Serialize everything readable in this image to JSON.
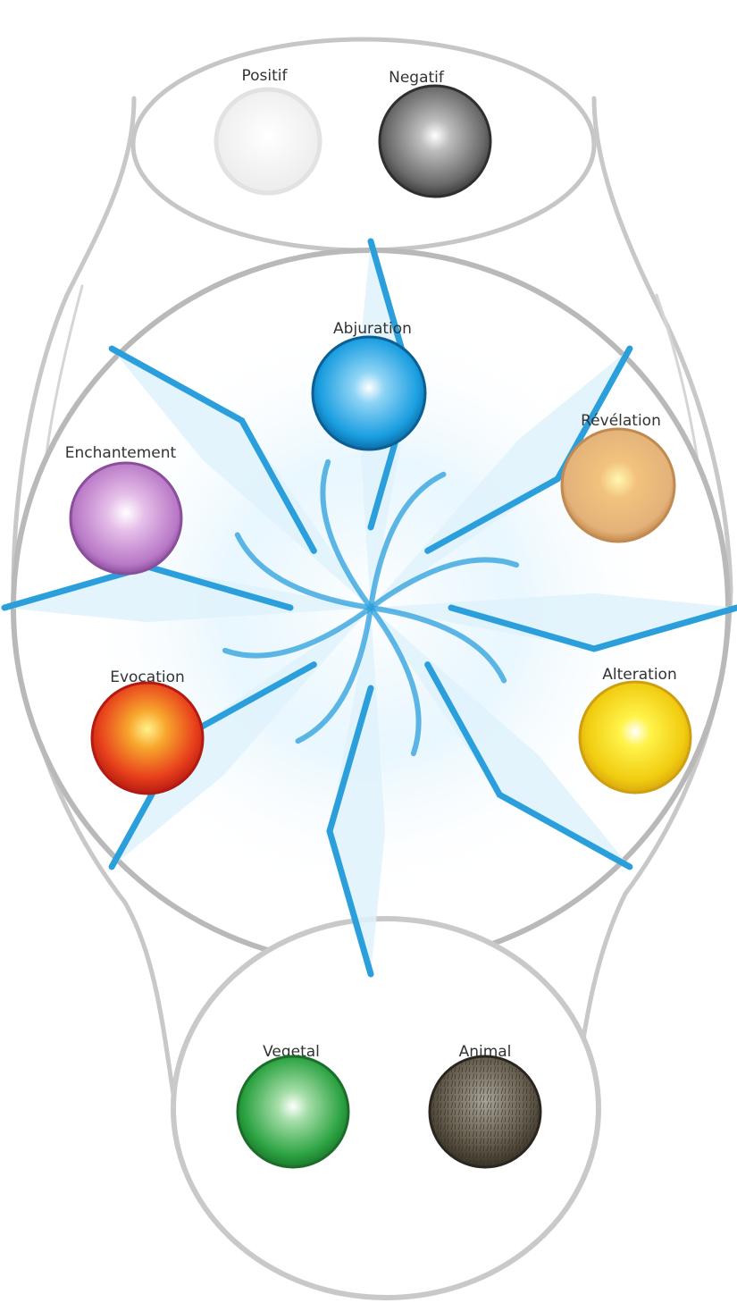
{
  "top_group": {
    "positif": {
      "label": "Positif",
      "color": "#f7f7f7"
    },
    "negatif": {
      "label": "Negatif",
      "color": "#6d6d6d"
    }
  },
  "middle_group": {
    "abjuration": {
      "label": "Abjuration",
      "color": "#1fa0e0"
    },
    "revelation": {
      "label": "Révélation",
      "color": "#e5b574"
    },
    "enchantement": {
      "label": "Enchantement",
      "color": "#c07fcf"
    },
    "alteration": {
      "label": "Alteration",
      "color": "#f2d20f"
    },
    "evocation": {
      "label": "Evocation",
      "color": "#e8301e"
    }
  },
  "bottom_group": {
    "vegetal": {
      "label": "Vegetal",
      "color": "#2fa544"
    },
    "animal": {
      "label": "Animal",
      "color": "#6b6353"
    }
  },
  "star": {
    "color": "#2a9fdc",
    "icon": "eight-pointed-star-icon"
  }
}
